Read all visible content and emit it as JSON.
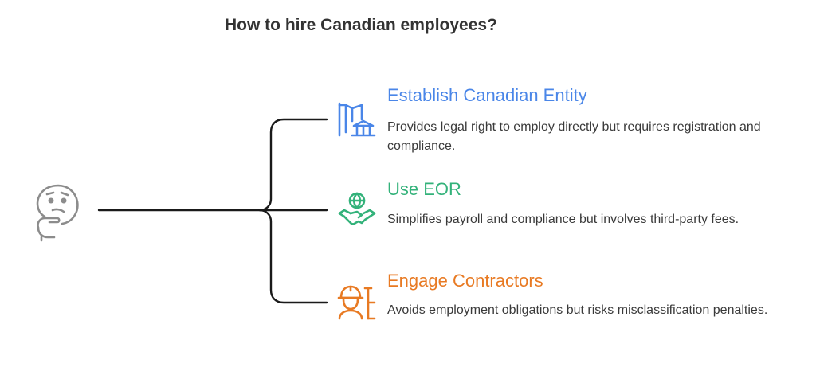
{
  "title": "How to hire Canadian employees?",
  "colors": {
    "title": "#333333",
    "line": "#1a1a1a",
    "thinker": "#8c8c8c",
    "entity": "#4a86e8",
    "eor": "#33b27a",
    "contractors": "#e87a23"
  },
  "options": [
    {
      "title": "Establish Canadian Entity",
      "description": "Provides legal right to employ directly but requires registration and compliance.",
      "icon": "bank-building-icon"
    },
    {
      "title": "Use EOR",
      "description": "Simplifies payroll and compliance but involves third-party fees.",
      "icon": "handshake-globe-icon"
    },
    {
      "title": "Engage Contractors",
      "description": "Avoids employment obligations but risks misclassification penalties.",
      "icon": "worker-contract-icon"
    }
  ]
}
